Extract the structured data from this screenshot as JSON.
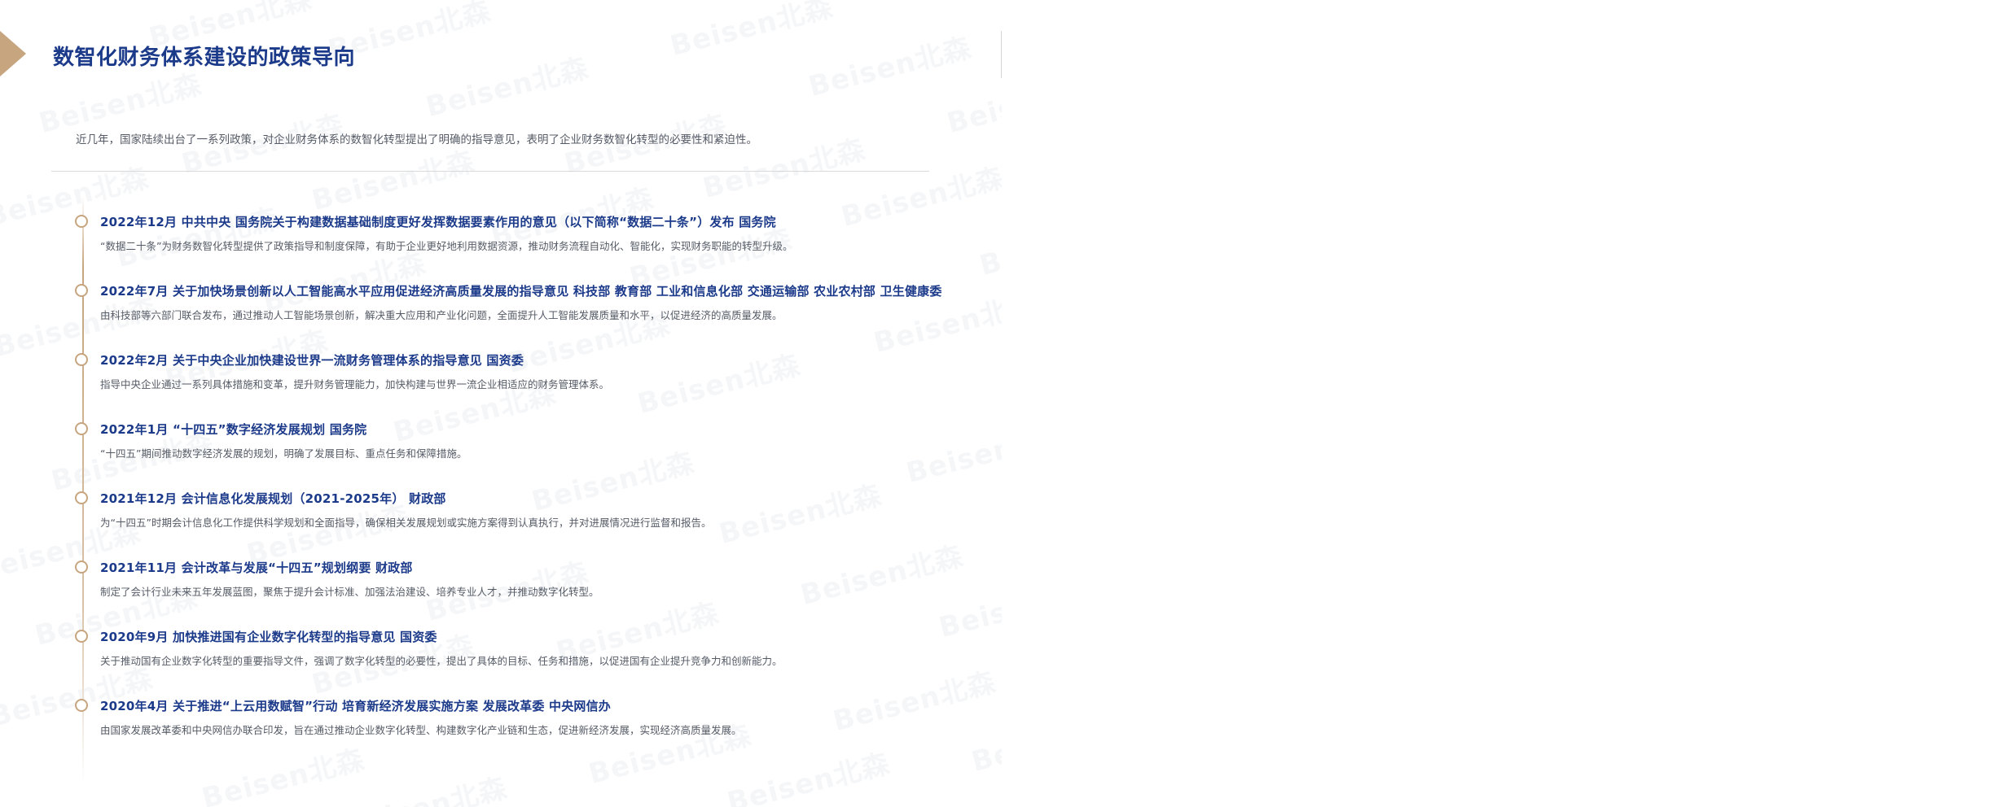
{
  "page": {
    "title": "数智化财务体系建设的政策导向",
    "intro": "近几年，国家陆续出台了一系列政策，对企业财务体系的数智化转型提出了明确的指导意见，表明了企业财务数智化转型的必要性和紧迫性。",
    "watermark_text": "Beisen北森",
    "accent_color": "#c6a57f",
    "title_color": "#1c3a8a"
  },
  "timeline": [
    {
      "heading": "2022年12月  中共中央 国务院关于构建数据基础制度更好发挥数据要素作用的意见（以下简称“数据二十条”）发布  国务院",
      "desc": "“数据二十条”为财务数智化转型提供了政策指导和制度保障，有助于企业更好地利用数据资源，推动财务流程自动化、智能化，实现财务职能的转型升级。"
    },
    {
      "heading": "2022年7月  关于加快场景创新以人工智能高水平应用促进经济高质量发展的指导意见  科技部 教育部 工业和信息化部 交通运输部 农业农村部 卫生健康委",
      "desc": "由科技部等六部门联合发布，通过推动人工智能场景创新，解决重大应用和产业化问题，全面提升人工智能发展质量和水平，以促进经济的高质量发展。"
    },
    {
      "heading": "2022年2月  关于中央企业加快建设世界一流财务管理体系的指导意见  国资委",
      "desc": "指导中央企业通过一系列具体措施和变革，提升财务管理能力，加快构建与世界一流企业相适应的财务管理体系。"
    },
    {
      "heading": "2022年1月  “十四五”数字经济发展规划  国务院",
      "desc": "“十四五”期间推动数字经济发展的规划，明确了发展目标、重点任务和保障措施。"
    },
    {
      "heading": "2021年12月  会计信息化发展规划（2021-2025年）  财政部",
      "desc": "为“十四五”时期会计信息化工作提供科学规划和全面指导，确保相关发展规划或实施方案得到认真执行，并对进展情况进行监督和报告。"
    },
    {
      "heading": "2021年11月  会计改革与发展“十四五”规划纲要  财政部",
      "desc": "制定了会计行业未来五年发展蓝图，聚焦于提升会计标准、加强法治建设、培养专业人才，并推动数字化转型。"
    },
    {
      "heading": "2020年9月  加快推进国有企业数字化转型的指导意见  国资委",
      "desc": "关于推动国有企业数字化转型的重要指导文件，强调了数字化转型的必要性，提出了具体的目标、任务和措施，以促进国有企业提升竞争力和创新能力。"
    },
    {
      "heading": "2020年4月  关于推进“上云用数赋智”行动 培育新经济发展实施方案  发展改革委 中央网信办",
      "desc": "由国家发展改革委和中央网信办联合印发，旨在通过推动企业数字化转型、构建数字化产业链和生态，促进新经济发展，实现经济高质量发展。"
    }
  ]
}
